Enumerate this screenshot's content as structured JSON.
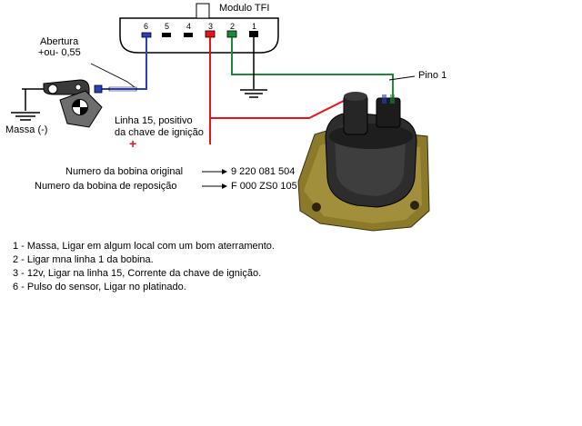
{
  "module": {
    "title": "Modulo TFI",
    "pins": [
      "6",
      "5",
      "4",
      "3",
      "2",
      "1"
    ]
  },
  "gap_label": "Abertura\n+ou- 0,55",
  "gap_label_line1": "Abertura",
  "gap_label_line2": "+ou- 0,55",
  "ground_label": "Massa (-)",
  "pino_label": "Pino 1",
  "linha15_line1": "Linha 15, positivo",
  "linha15_line2": "da chave de ignição",
  "plus_sign": "+",
  "part_numbers": {
    "original_label": "Numero da bobina original",
    "original_value": "9 220 081 504",
    "replacement_label": "Numero da bobina de reposição",
    "replacement_value": "F 000 ZS0 105"
  },
  "legend": [
    "1 - Massa, Ligar em algum local com um bom aterramento.",
    "2 - Ligar mna linha 1 da bobina.",
    "3 - 12v, Ligar na linha 15, Corrente da chave de ignição.",
    "6 - Pulso do sensor, Ligar no platinado."
  ],
  "colors": {
    "wire_red": "#e8141b",
    "wire_green": "#1a8a3a",
    "wire_blue": "#2a3fc0"
  }
}
